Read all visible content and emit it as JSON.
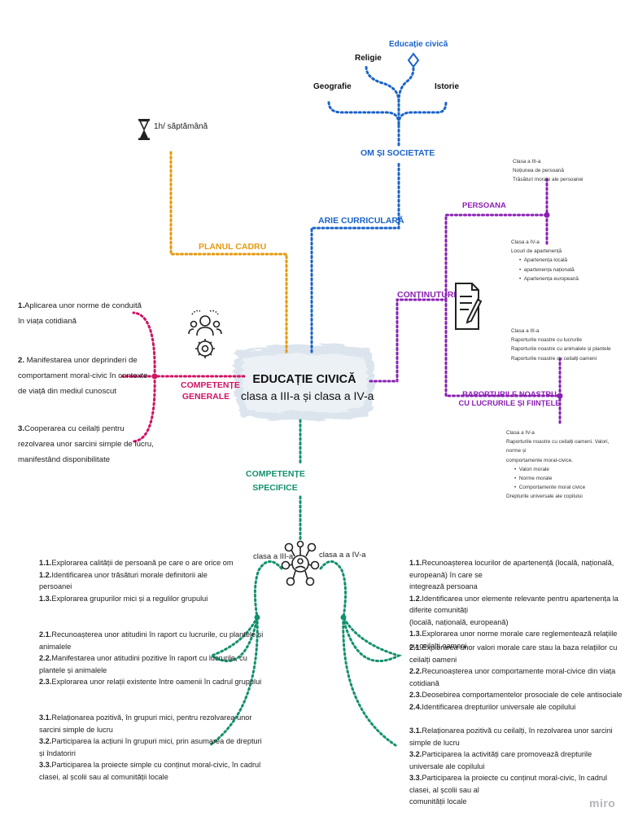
{
  "center": {
    "title": "EDUCAȚIE CIVICĂ",
    "subtitle": "clasa a III-a și clasa a IV-a"
  },
  "top": {
    "subjects": [
      "Educație civică",
      "Religie",
      "Geografie",
      "Istorie"
    ],
    "om_si_societate": "OM ȘI SOCIETATE",
    "arie_curriculara": "ARIE CURRICULARĂ"
  },
  "planul_cadru": {
    "label": "PLANUL CADRU",
    "hours": "1h/ săptămână"
  },
  "continuturi": {
    "label": "CONȚINUTURI",
    "persoana": "PERSOANA",
    "raporturile": [
      "RAPORTURILE NOASTRU",
      "CU LUCRURILE ȘI FIINȚELE"
    ],
    "block1": [
      "Clasa a III-a",
      "Noțiunea de persoană",
      "Trăsături morale ale persoanei"
    ],
    "block2": [
      "Clasa a IV-a",
      "Locuri de apartenență",
      "Apartenența locală",
      "apartenența națională",
      "Apartenența europeană"
    ],
    "block3": [
      "Clasa a III-a",
      "Raporturile noastre cu lucrurile",
      "Raporturile noastre cu animalele și plantele",
      "Raporturile noastre cu ceilalți oameni"
    ],
    "block4": [
      "Clasa a IV-a",
      "Raporturile noastre cu ceilalți oameni. Valori, norme și",
      "comportamente moral-civice.",
      "Valori morale",
      "Norme morale",
      "Comportamente moral civice",
      "Drepturile universale ale copilului"
    ]
  },
  "competente_generale": {
    "label": [
      "COMPETENȚE",
      "GENERALE"
    ],
    "items": [
      {
        "num": "1.",
        "lines": [
          "Aplicarea unor norme de conduită",
          "în viața cotidiană"
        ]
      },
      {
        "num": "2.",
        "lines": [
          " Manifestarea unor deprinderi de",
          "comportament moral-civic în contexte",
          "de viață din mediul cunoscut"
        ]
      },
      {
        "num": "3.",
        "lines": [
          "Cooperarea cu ceilalți pentru",
          "rezolvarea unor sarcini simple de lucru,",
          "manifestând disponibilitate"
        ]
      }
    ]
  },
  "competente_specifice": {
    "label": [
      "COMPETENȚE",
      "SPECIFICE"
    ],
    "clasa3": "clasa a III-a",
    "clasa4": "clasa a a IV-a",
    "left": [
      [
        {
          "num": "1.1.",
          "text": "Explorarea calității de persoană pe care o are orice om"
        },
        {
          "num": "1.2.",
          "text": "Identificarea unor trăsături morale definitorii ale"
        },
        {
          "num": "",
          "text": "persoanei"
        },
        {
          "num": "1.3.",
          "text": "Explorarea grupurilor mici și a regulilor grupului"
        }
      ],
      [
        {
          "num": "2.1.",
          "text": "Recunoașterea unor atitudini în raport cu lucrurile, cu plantele și"
        },
        {
          "num": "",
          "text": "animalele"
        },
        {
          "num": "2.2.",
          "text": "Manifestarea unor atitudini pozitive în raport cu lucrurile, cu"
        },
        {
          "num": "",
          "text": "plantele și animalele"
        },
        {
          "num": "2.3.",
          "text": "Explorarea unor relații existente între oamenii în cadrul grupului"
        }
      ],
      [
        {
          "num": "3.1.",
          "text": "Relaționarea pozitivă, în grupuri mici, pentru rezolvarea unor"
        },
        {
          "num": "",
          "text": "sarcini simple de lucru"
        },
        {
          "num": "3.2.",
          "text": "Participarea la acțiuni în grupuri mici, prin asumarea de drepturi"
        },
        {
          "num": "",
          "text": "și îndatoriri"
        },
        {
          "num": "3.3.",
          "text": "Participarea la proiecte simple cu conținut moral-civic, în cadrul"
        },
        {
          "num": "",
          "text": "clasei, al școlii sau al comunității locale"
        }
      ]
    ],
    "right": [
      [
        {
          "num": "1.1.",
          "text": "Recunoașterea locurilor de apartenență (locală, națională, europeană) în care se"
        },
        {
          "num": "",
          "text": "integrează persoana"
        },
        {
          "num": "1.2.",
          "text": "Identificarea unor elemente relevante pentru apartenența la diferite comunități"
        },
        {
          "num": "",
          "text": "(locală, națională, europeană)"
        },
        {
          "num": "1.3.",
          "text": "Explorarea unor norme morale care reglementează relațiile cu ceilalți oameni"
        }
      ],
      [
        {
          "num": "2.1.",
          "text": "Explorarea unor valori morale care stau la baza relațiilor cu ceilalți oameni"
        },
        {
          "num": "2.2.",
          "text": "Recunoașterea unor comportamente moral-civice din viața cotidiană"
        },
        {
          "num": "2.3.",
          "text": "Deosebirea comportamentelor prosociale de cele antisociale"
        },
        {
          "num": "2.4.",
          "text": "Identificarea drepturilor universale ale copilului"
        }
      ],
      [
        {
          "num": "3.1.",
          "text": "Relaționarea pozitivă cu ceilalți, în rezolvarea unor sarcini simple de lucru"
        },
        {
          "num": "3.2.",
          "text": "Participarea la activități care promovează drepturile universale ale copilului"
        },
        {
          "num": "3.3.",
          "text": "Participarea la proiecte cu conținut moral-civic, în cadrul clasei, al școlii sau al"
        },
        {
          "num": "",
          "text": "comunității locale"
        }
      ]
    ]
  },
  "colors": {
    "blue": "#1a63c9",
    "orange": "#e59a0e",
    "purple": "#8b1fb4",
    "pink": "#cf1464",
    "green": "#13916e"
  },
  "icons": [
    "hourglass-icon",
    "diamond-icon",
    "document-pencil-icon",
    "team-gear-icon",
    "people-network-icon",
    "brush-stroke-background"
  ],
  "watermark": "miro"
}
